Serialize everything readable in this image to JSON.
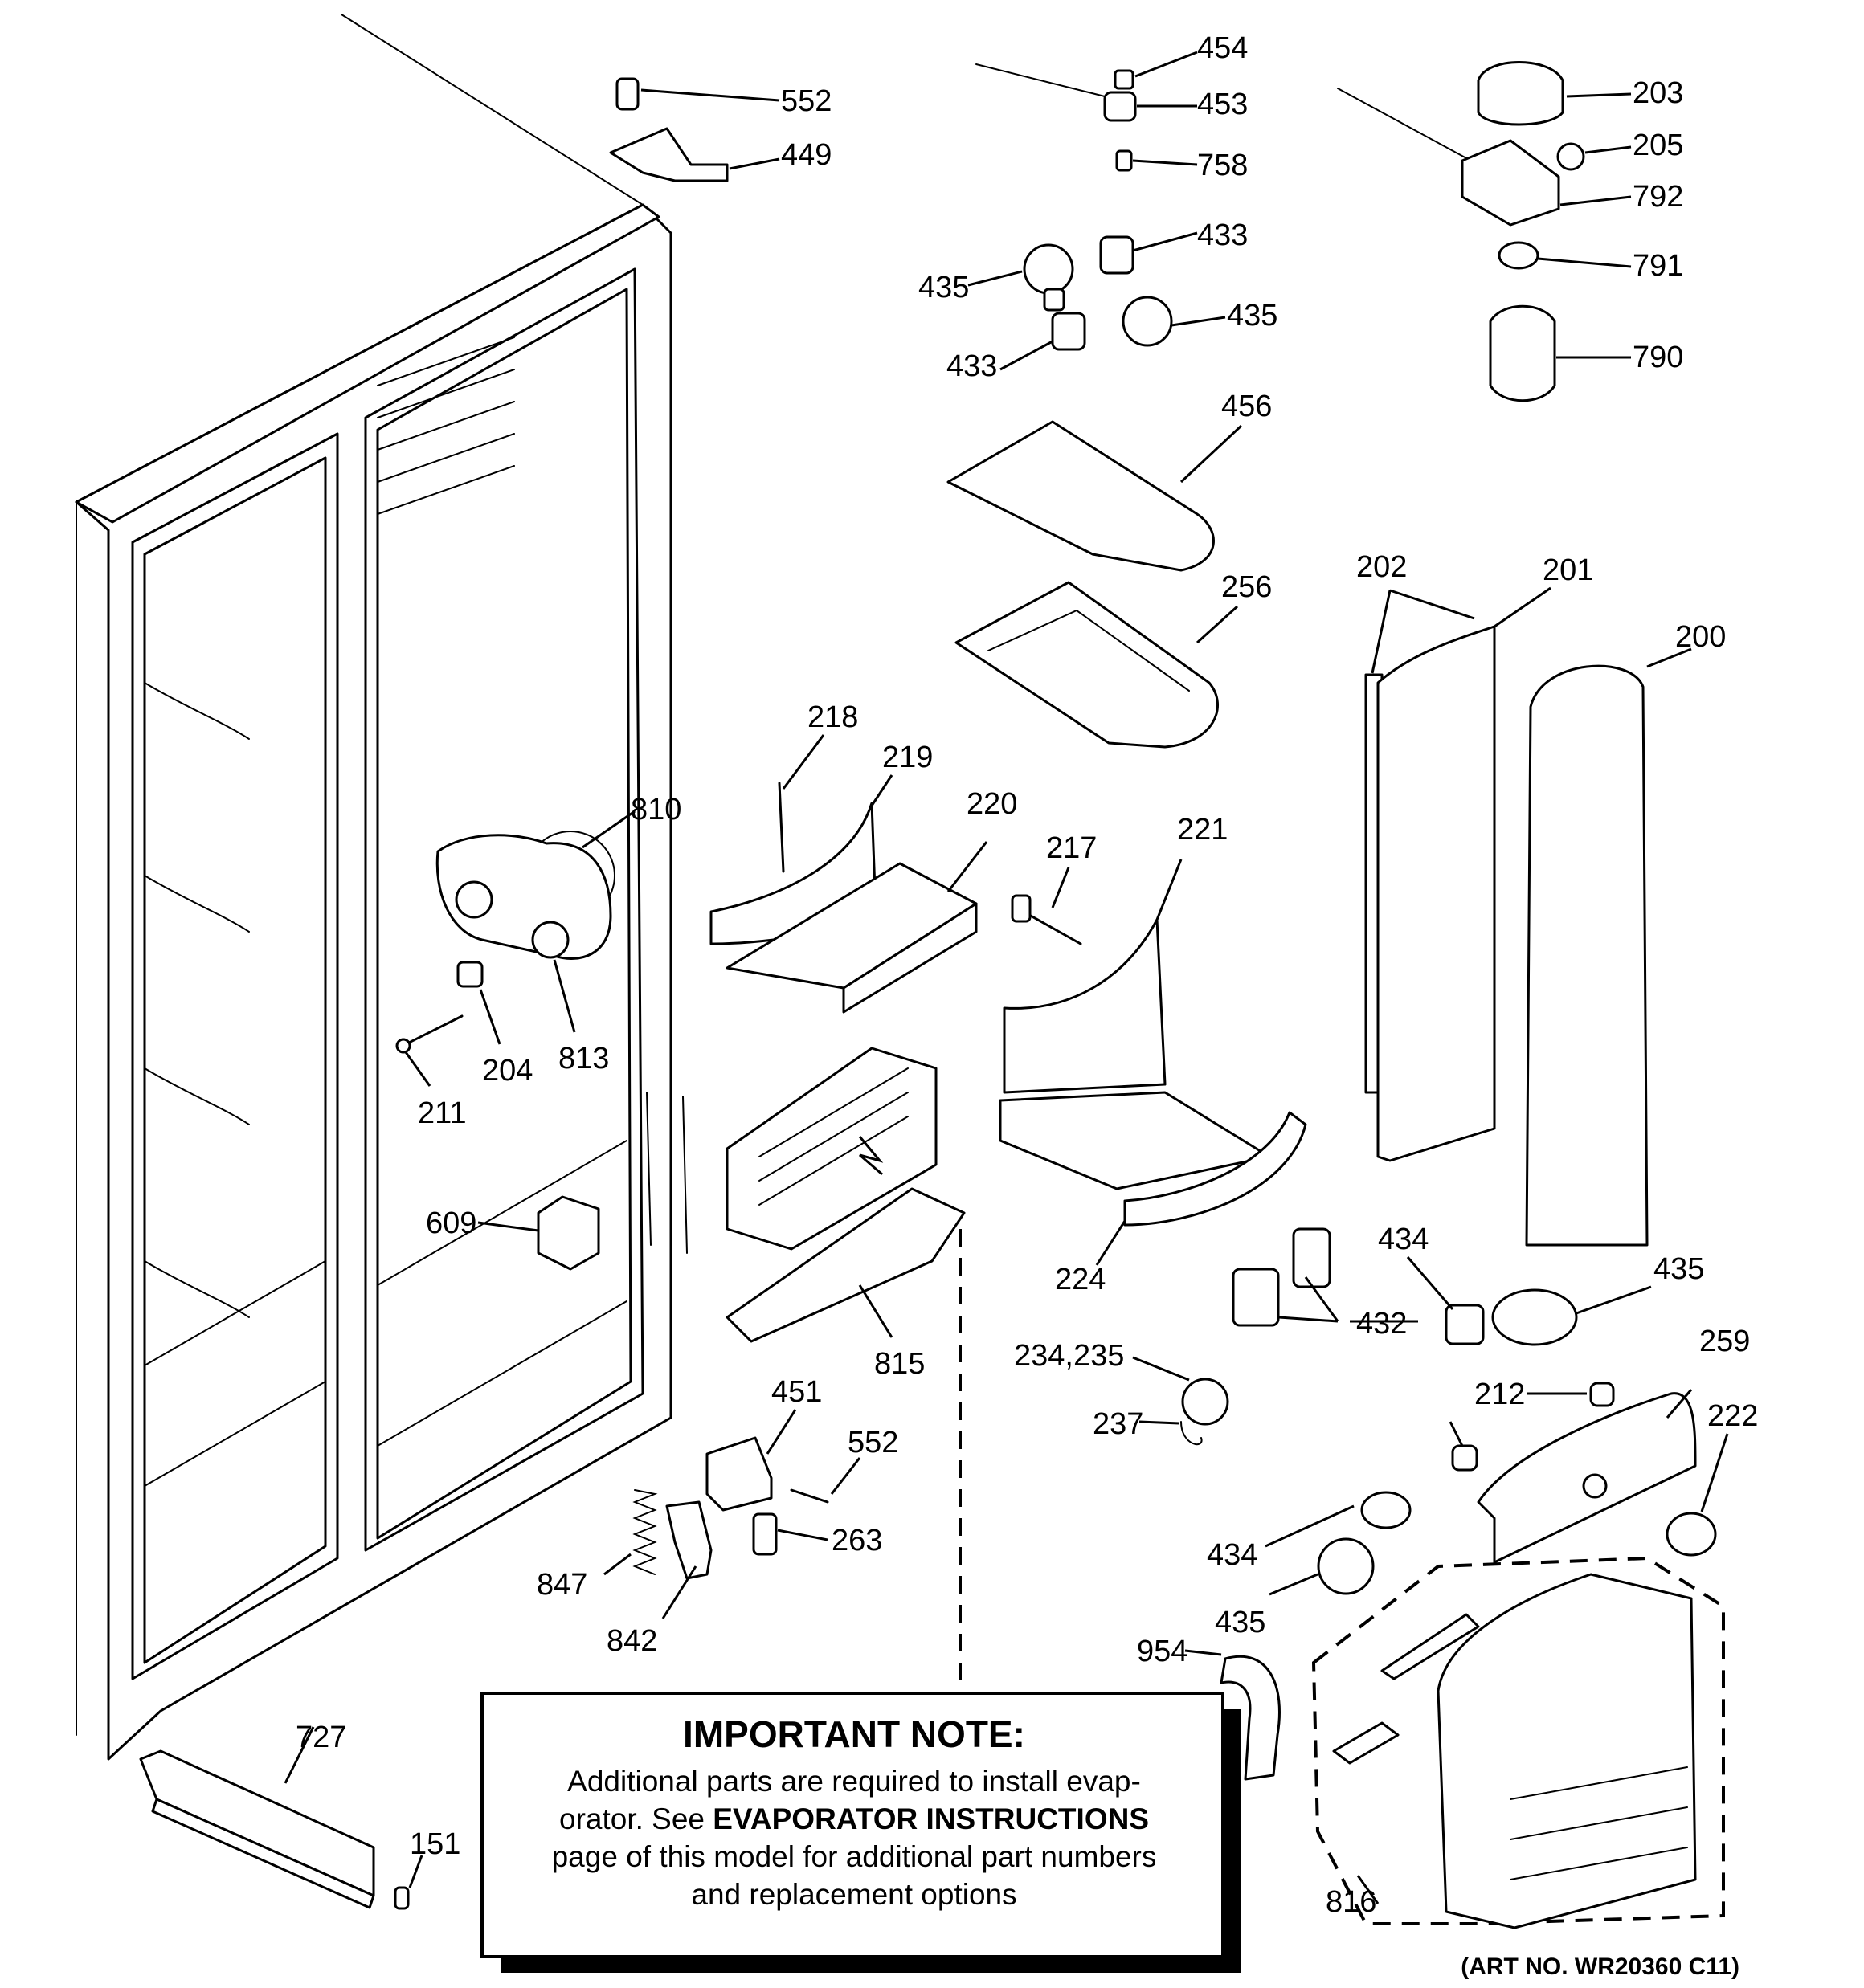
{
  "callouts": {
    "c552a": "552",
    "c449": "449",
    "c454": "454",
    "c453": "453",
    "c758": "758",
    "c433a": "433",
    "c435a": "435",
    "c435b": "435",
    "c433b": "433",
    "c203": "203",
    "c205": "205",
    "c792": "792",
    "c791": "791",
    "c790": "790",
    "c456": "456",
    "c256": "256",
    "c202": "202",
    "c201": "201",
    "c200": "200",
    "c218": "218",
    "c219": "219",
    "c220": "220",
    "c217": "217",
    "c221": "221",
    "c810": "810",
    "c813": "813",
    "c204": "204",
    "c211": "211",
    "c609": "609",
    "c815": "815",
    "c224": "224",
    "c432": "432",
    "c434a": "434",
    "c435c": "435",
    "c259": "259",
    "c234": "234,235",
    "c237": "237",
    "c212": "212",
    "c222": "222",
    "c451": "451",
    "c552b": "552",
    "c263": "263",
    "c847": "847",
    "c842": "842",
    "c434b": "434",
    "c435d": "435",
    "c954": "954",
    "c816": "816",
    "c727": "727",
    "c151": "151"
  },
  "note": {
    "title": "IMPORTANT NOTE:",
    "line1": "Additional parts are required to install evap-",
    "line2_pre": "orator.  See ",
    "line2_bold": "EVAPORATOR INSTRUCTIONS",
    "line3": "page of this model for additional part numbers",
    "line4": "and replacement options"
  },
  "art_number": "(ART NO. WR20360 C11)"
}
